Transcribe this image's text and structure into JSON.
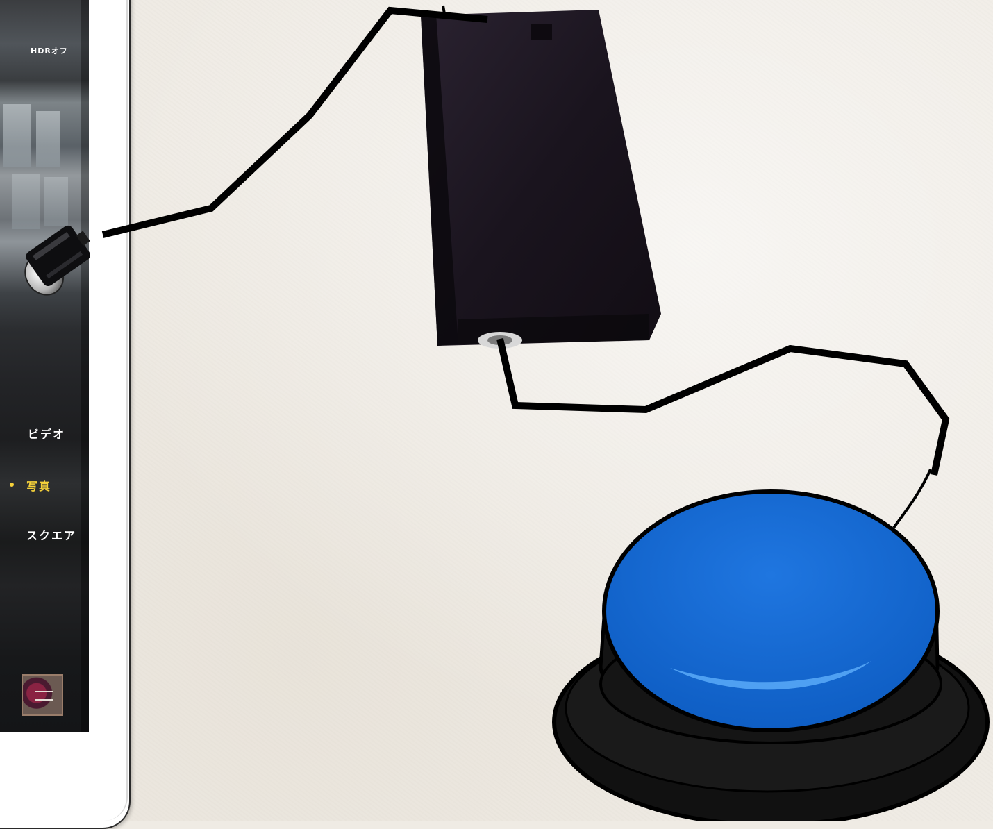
{
  "camera_screen": {
    "hdr_label": "HDRオフ",
    "modes": {
      "video": "ビデオ",
      "photo": "写真",
      "square": "スクエア"
    }
  },
  "colors": {
    "paper": "#efebe4",
    "button_top": "#1a6fd6",
    "button_base": "#111111",
    "cable": "#000000",
    "active_mode": "#f4d03a",
    "interface_box": "#1b1620"
  },
  "icons": {
    "connector": "mini-jack-plug-icon",
    "interface": "switch-interface-box-icon",
    "switch": "big-blue-button-icon",
    "thumbnail": "camera-roll-thumbnail-icon"
  }
}
